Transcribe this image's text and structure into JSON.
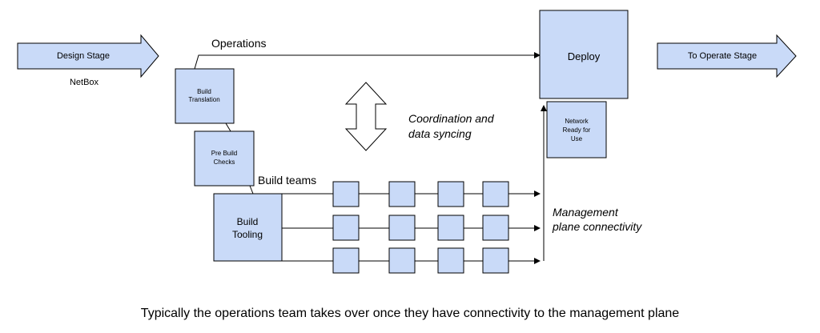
{
  "diagram": {
    "design_stage": "Design Stage",
    "netbox": "NetBox",
    "operations": "Operations",
    "build_translation": [
      "Build",
      "Translation"
    ],
    "pre_build_checks": [
      "Pre Build",
      "Checks"
    ],
    "build_teams": "Build teams",
    "build_tooling": [
      "Build",
      "Tooling"
    ],
    "coordination": [
      "Coordination and",
      "data syncing"
    ],
    "deploy": "Deploy",
    "network_ready": [
      "Network",
      "Ready for",
      "Use"
    ],
    "to_operate_stage": "To Operate Stage",
    "management": [
      "Management",
      "plane connectivity"
    ],
    "caption": "Typically the operations team takes over once they have connectivity to the management plane"
  }
}
